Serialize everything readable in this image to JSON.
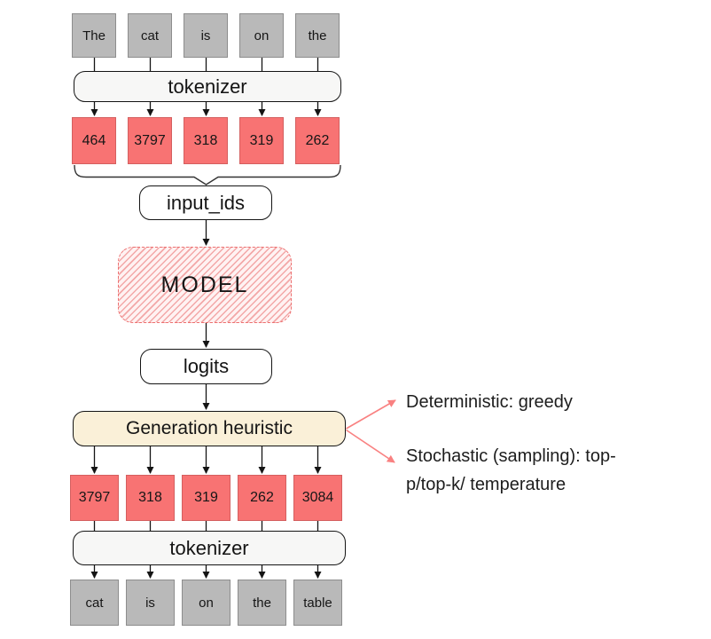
{
  "diagram": {
    "input_words": [
      "The",
      "cat",
      "is",
      "on",
      "the"
    ],
    "tokenizer_top_label": "tokenizer",
    "input_token_ids": [
      "464",
      "3797",
      "318",
      "319",
      "262"
    ],
    "input_ids_label": "input_ids",
    "model_label": "MODEL",
    "logits_label": "logits",
    "generation_heuristic_label": "Generation heuristic",
    "output_token_ids": [
      "3797",
      "318",
      "319",
      "262",
      "3084"
    ],
    "tokenizer_bottom_label": "tokenizer",
    "output_words": [
      "cat",
      "is",
      "on",
      "the",
      "table"
    ],
    "annotations": {
      "deterministic": "Deterministic: greedy",
      "stochastic": "Stochastic (sampling): top-p/top-k/ temperature"
    },
    "colors": {
      "token_id_box_fill": "#f87373",
      "token_id_box_border": "#d45f5f",
      "word_box_fill": "#b9b9b9",
      "word_box_border": "#8d8d8d",
      "tokenizer_box_fill": "#f7f7f6",
      "heuristic_box_fill": "#faf0d8",
      "model_hatch_red": "#e96060",
      "model_border_red": "#ec7070",
      "annotation_arrow_red": "#f98181",
      "connector_black": "#141414"
    }
  }
}
